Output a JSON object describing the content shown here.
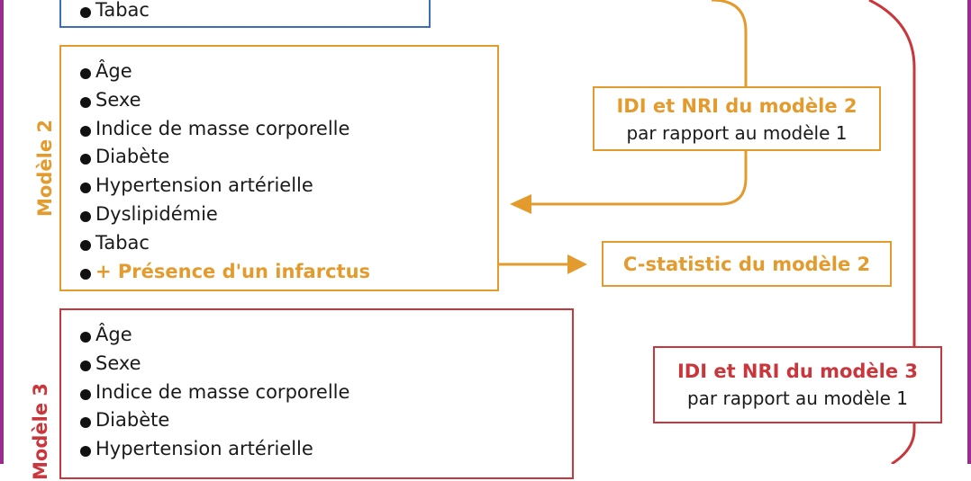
{
  "colors": {
    "blue": "#3d6fb6",
    "orange": "#e39b2e",
    "red": "#c9373c",
    "frame": "#9b2c8f"
  },
  "model1": {
    "items": [
      "Tabac"
    ]
  },
  "model2": {
    "label": "Modèle 2",
    "items": [
      "Âge",
      "Sexe",
      "Indice de masse corporelle",
      "Diabète",
      "Hypertension artérielle",
      "Dyslipidémie",
      "Tabac"
    ],
    "added_item": "+ Présence d'un infarctus"
  },
  "model3": {
    "label": "Modèle 3",
    "items": [
      "Âge",
      "Sexe",
      "Indice de masse corporelle",
      "Diabète",
      "Hypertension artérielle"
    ]
  },
  "results": {
    "idi_nri_2": {
      "title": "IDI et NRI du modèle 2",
      "subtitle": "par rapport au modèle 1"
    },
    "cstat_2": {
      "title": "C-statistic du modèle 2"
    },
    "idi_nri_3": {
      "title": "IDI et NRI du modèle 3",
      "subtitle": "par rapport au modèle 1"
    }
  }
}
